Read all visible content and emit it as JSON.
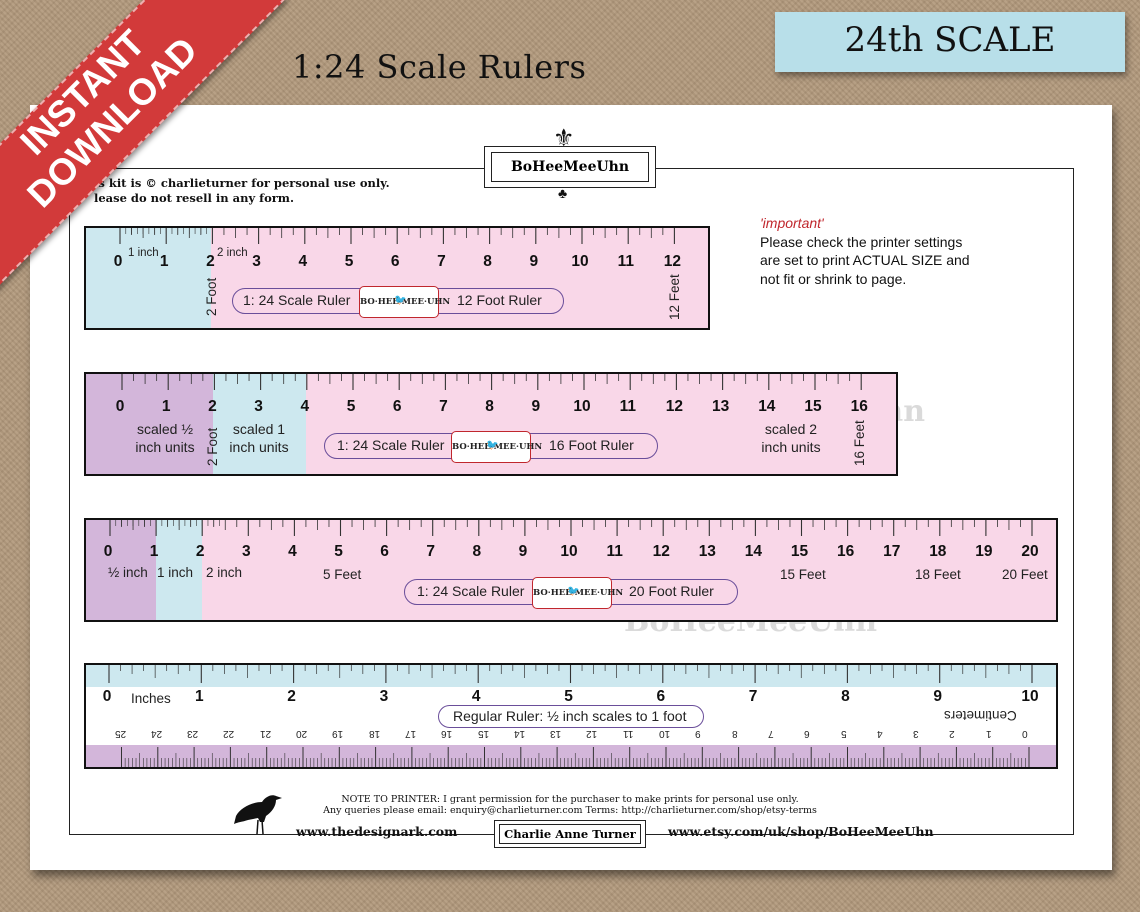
{
  "banner": {
    "instant_line1": "INSTANT",
    "instant_line2": "DOWNLOAD"
  },
  "header": {
    "title": "1:24 Scale Rulers",
    "scale_badge": "24th SCALE"
  },
  "brand": {
    "logo_text": "BoHeeMeeUhn",
    "badge_text": "BO·HEE·MEE·UHN",
    "watermark": "BoHeeMeeUhn"
  },
  "copyright": {
    "line1": "is kit is © charlieturner for personal use only.",
    "line2": "lease do not resell in any form."
  },
  "important": {
    "heading": "'important'",
    "line1": "Please check the printer settings",
    "line2": "are set to print ACTUAL SIZE and",
    "line3": "not fit or shrink to page."
  },
  "ruler1": {
    "numbers": [
      "0",
      "1",
      "2",
      "3",
      "4",
      "5",
      "6",
      "7",
      "8",
      "9",
      "10",
      "11",
      "12"
    ],
    "inch_label1": "1 inch",
    "inch_label2": "2 inch",
    "foot_label": "2 Foot",
    "end_label": "12 Feet",
    "pill_left": "1: 24 Scale Ruler",
    "pill_right": "12 Foot Ruler"
  },
  "ruler2": {
    "numbers": [
      "0",
      "1",
      "2",
      "3",
      "4",
      "5",
      "6",
      "7",
      "8",
      "9",
      "10",
      "11",
      "12",
      "13",
      "14",
      "15",
      "16"
    ],
    "unit_half_l1": "scaled ½",
    "unit_half_l2": "inch units",
    "unit_one_l1": "scaled 1",
    "unit_one_l2": "inch units",
    "unit_two_l1": "scaled 2",
    "unit_two_l2": "inch units",
    "foot_label": "2 Foot",
    "end_label": "16 Feet",
    "pill_left": "1: 24 Scale Ruler",
    "pill_right": "16 Foot Ruler"
  },
  "ruler3": {
    "numbers": [
      "0",
      "1",
      "2",
      "3",
      "4",
      "5",
      "6",
      "7",
      "8",
      "9",
      "10",
      "11",
      "12",
      "13",
      "14",
      "15",
      "16",
      "17",
      "18",
      "19",
      "20"
    ],
    "half_inch": "½ inch",
    "one_inch": "1 inch",
    "two_inch": "2 inch",
    "five_feet": "5 Feet",
    "fifteen_feet": "15 Feet",
    "eighteen_feet": "18 Feet",
    "twenty_feet": "20 Feet",
    "pill_left": "1: 24 Scale Ruler",
    "pill_right": "20 Foot Ruler"
  },
  "ruler4": {
    "inch_numbers": [
      "0",
      "1",
      "2",
      "3",
      "4",
      "5",
      "6",
      "7",
      "8",
      "9",
      "10"
    ],
    "cm_numbers": [
      "25",
      "24",
      "23",
      "22",
      "21",
      "20",
      "19",
      "18",
      "17",
      "16",
      "15",
      "14",
      "13",
      "12",
      "11",
      "10",
      "9",
      "8",
      "7",
      "6",
      "5",
      "4",
      "3",
      "2",
      "1",
      "0"
    ],
    "inches_label": "Inches",
    "cm_label": "Centimeters",
    "pill": "Regular  Ruler: ½ inch scales to 1 foot"
  },
  "footer": {
    "note_line1": "NOTE TO PRINTER: I grant permission for the purchaser to make prints for personal use only.",
    "note_line2": "Any queries please email: enquiry@charlieturner.com   Terms: http://charlieturner.com/shop/etsy-terms",
    "website": "www.thedesignark.com",
    "etsy": "www.etsy.com/uk/shop/BoHeeMeeUhn",
    "name": "Charlie Anne Turner"
  },
  "colors": {
    "pink": "#f9d7e8",
    "blue": "#cde8ef",
    "purple": "#d3b6da",
    "red": "#d23a3a",
    "badge_blue": "#b8dfe9"
  }
}
